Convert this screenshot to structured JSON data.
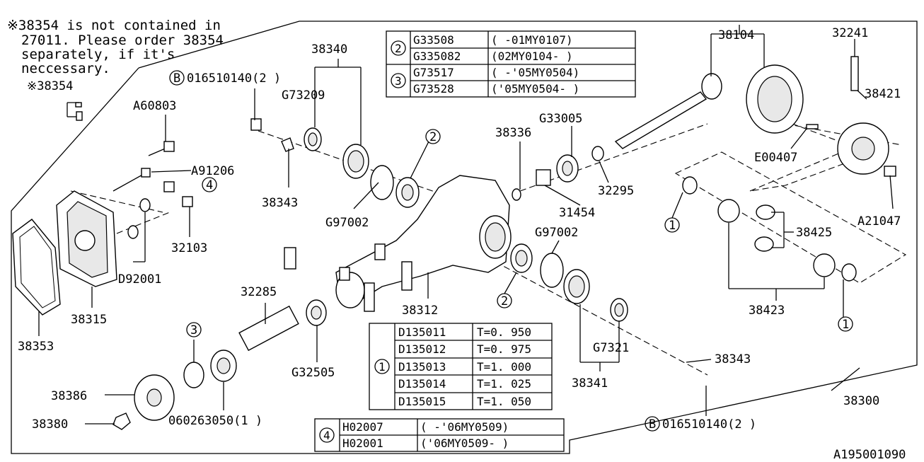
{
  "note": {
    "line1": "※38354 is not contained in",
    "line2": "27011. Please order 38354",
    "line3": "separately, if it's",
    "line4": "neccessary."
  },
  "diagram_id": "A195001090",
  "bolt_ref_top": {
    "circle": "B",
    "text": "016510140(2 )"
  },
  "bolt_ref_bottom": {
    "circle": "B",
    "text": "016510140(2 )"
  },
  "labels": {
    "p38354": "※38354",
    "pA60803": "A60803",
    "pA91206": "A91206",
    "p32103": "32103",
    "pD92001": "D92001",
    "p38315": "38315",
    "p38353": "38353",
    "p38340": "38340",
    "pG73209": "G73209",
    "p38343a": "38343",
    "pG97002a": "G97002",
    "p38336": "38336",
    "pG33005": "G33005",
    "p31454": "31454",
    "p32295": "32295",
    "p38104": "38104",
    "p32241": "32241",
    "p38421": "38421",
    "pE00407": "E00407",
    "pA21047": "A21047",
    "p38425": "38425",
    "p38423": "38423",
    "pG97002b": "G97002",
    "p38312": "38312",
    "p32285": "32285",
    "pG32505": "G32505",
    "pG7321": "G7321",
    "p38341": "38341",
    "p38343b": "38343",
    "p38300": "38300",
    "p38386": "38386",
    "p38380": "38380",
    "p060263050": "060263050(1 )",
    "c4": "4",
    "c2a": "2",
    "c2b": "2",
    "c3": "3",
    "c1a": "1",
    "c1b": "1"
  },
  "table_top": {
    "rows": [
      {
        "ref": "2",
        "part": "G33508",
        "range": "(     -01MY0107)"
      },
      {
        "ref": "",
        "part": "G335082",
        "range": "(02MY0104-      )"
      },
      {
        "ref": "3",
        "part": "G73517",
        "range": "(     -'05MY0504)"
      },
      {
        "ref": "",
        "part": "G73528",
        "range": "('05MY0504-      )"
      }
    ]
  },
  "table_shims": {
    "ref": "1",
    "rows": [
      {
        "part": "D135011",
        "t": "T=0. 950"
      },
      {
        "part": "D135012",
        "t": "T=0. 975"
      },
      {
        "part": "D135013",
        "t": "T=1. 000"
      },
      {
        "part": "D135014",
        "t": "T=1. 025"
      },
      {
        "part": "D135015",
        "t": "T=1. 050"
      }
    ]
  },
  "table_bottom": {
    "ref": "4",
    "rows": [
      {
        "part": "H02007",
        "range": "(     -'06MY0509)"
      },
      {
        "part": "H02001",
        "range": "('06MY0509-      )"
      }
    ]
  }
}
